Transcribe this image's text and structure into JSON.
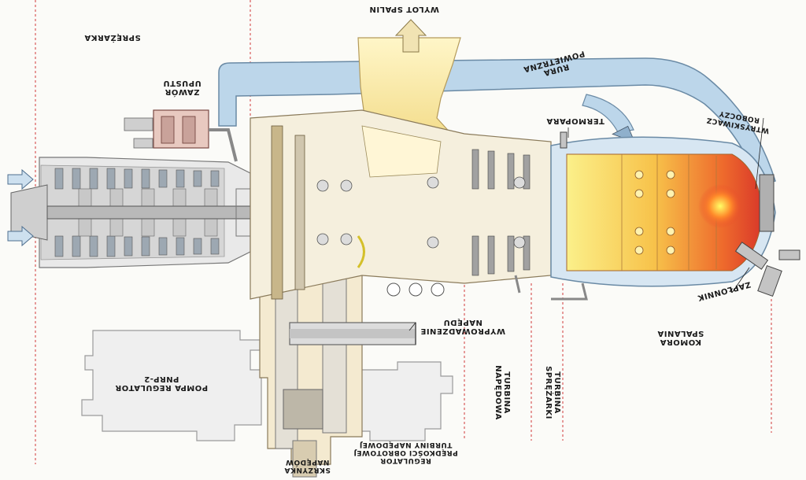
{
  "labels": {
    "compressor": "SPRĘŻARKA",
    "valve_line1": "ZAWÓR",
    "valve_line2": "UPUSTU",
    "exhaust": "WYLOT SPALIN",
    "air_duct_line1": "RURA",
    "air_duct_line2": "POWIETRZNA",
    "thermocouple": "TERMOPARA",
    "injector_line1": "WTRYSKIWACZ",
    "injector_line2": "ROBOCZY",
    "igniter": "ZAPŁONNIK",
    "combustion_line1": "KOMORA",
    "combustion_line2": "SPALANIA",
    "power_output_line1": "WYPROWADZENIE",
    "power_output_line2": "NAPĘDU",
    "power_turbine_line1": "TURBINA",
    "power_turbine_line2": "NAPĘDOWA",
    "compressor_turbine_line1": "TURBINA",
    "compressor_turbine_line2": "SPRĘŻARKI",
    "pump_regulator_line1": "POMPA REGULATOR",
    "pump_regulator_line2": "PNRP-2",
    "speed_regulator_line1": "REGULATOR",
    "speed_regulator_line2": "PRĘDKOŚCI OBROTOWEJ",
    "speed_regulator_line3": "TURBINY NAPĘDOWEJ",
    "gearbox_line1": "SKRZYNKA",
    "gearbox_line2": "NAPĘDÓW"
  },
  "colors": {
    "air": "#bcd6ea",
    "air_stroke": "#6a8aa5",
    "metal": "#9a9a9a",
    "hot_gas": "#f3d66a",
    "flame": "#e8552a",
    "housing": "#e8e8e8",
    "divider": "#d23a3a"
  }
}
